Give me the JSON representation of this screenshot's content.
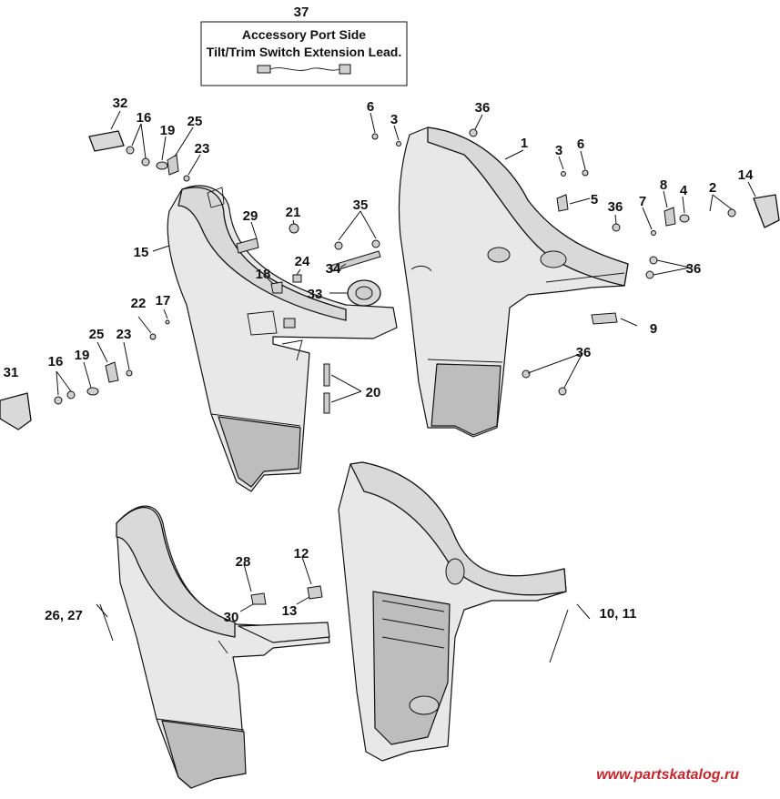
{
  "title_note": {
    "number": "37",
    "line1": "Accessory Port Side",
    "line2": "Tilt/Trim Switch Extension Lead."
  },
  "callouts": {
    "c1": "1",
    "c2": "2",
    "c3a": "3",
    "c3b": "3",
    "c4": "4",
    "c5": "5",
    "c6a": "6",
    "c6b": "6",
    "c7": "7",
    "c8": "8",
    "c9": "9",
    "c10_11": "10, 11",
    "c12": "12",
    "c13": "13",
    "c14": "14",
    "c15": "15",
    "c16a": "16",
    "c16b": "16",
    "c17": "17",
    "c18": "18",
    "c19a": "19",
    "c19b": "19",
    "c20": "20",
    "c21": "21",
    "c22": "22",
    "c23a": "23",
    "c23b": "23",
    "c24": "24",
    "c25a": "25",
    "c25b": "25",
    "c26_27": "26, 27",
    "c28": "28",
    "c29": "29",
    "c30": "30",
    "c31": "31",
    "c32": "32",
    "c33": "33",
    "c34": "34",
    "c35": "35",
    "c36a": "36",
    "c36b": "36",
    "c36c": "36",
    "c36d": "36"
  },
  "watermark": "www.partskatalog.ru"
}
